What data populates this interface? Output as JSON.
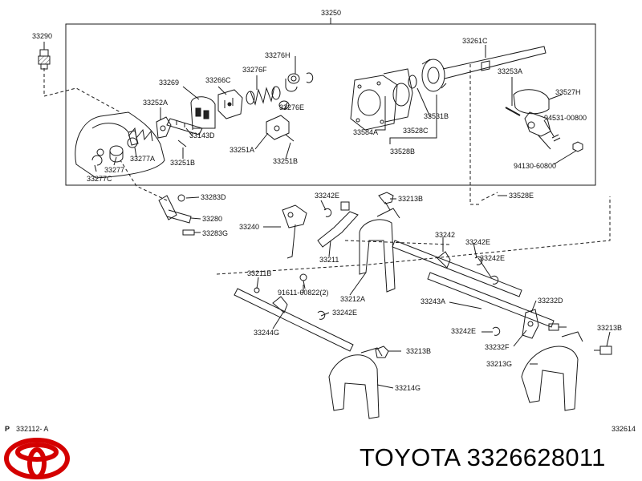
{
  "labels": {
    "p33250": "33250",
    "p33290": "33290",
    "p33276H": "33276H",
    "p33261C": "33261C",
    "p33266C": "33266C",
    "p33276F": "33276F",
    "p33269": "33269",
    "p33253A": "33253A",
    "p33527H": "33527H",
    "p33252A": "33252A",
    "p33276E": "33276E",
    "p33531B": "33531B",
    "p33528C": "33528C",
    "p94531": "94531-00800",
    "p33143D": "33143D",
    "p33584A": "33584A",
    "p33528B": "33528B",
    "p33251A": "33251A",
    "p33277A": "33277A",
    "p33251B_1": "33251B",
    "p33251B_2": "33251B",
    "p33277": "33277",
    "p94130": "94130-60800",
    "p33277C": "33277C",
    "p33283D": "33283D",
    "p33242E_1": "33242E",
    "p33213B_1": "33213B",
    "p33528E": "33528E",
    "p33280": "33280",
    "p33240": "33240",
    "p33283G": "33283G",
    "p33242": "33242",
    "p33242E_2": "33242E",
    "p33242E_3": "33242E",
    "p33211": "33211",
    "p33211B": "33211B",
    "p33212A": "33212A",
    "p91611": "91611-60822(2)",
    "p33243A": "33243A",
    "p33242E_4": "33242E",
    "p33232D": "33232D",
    "p33244G": "33244G",
    "p33242E_5": "33242E",
    "p33213B_2": "33213B",
    "p33232F": "33232F",
    "p33213B_3": "33213B",
    "p33213G": "33213G",
    "p33214G": "33214G",
    "ref_left": "332112- A",
    "ref_prefix": "P",
    "ref_right": "332614"
  },
  "part_number_title": "TOYOTA 3326628011",
  "colors": {
    "line": "#1a1a1a",
    "brand_red": "#d40000"
  },
  "logo": "toyota-logo"
}
